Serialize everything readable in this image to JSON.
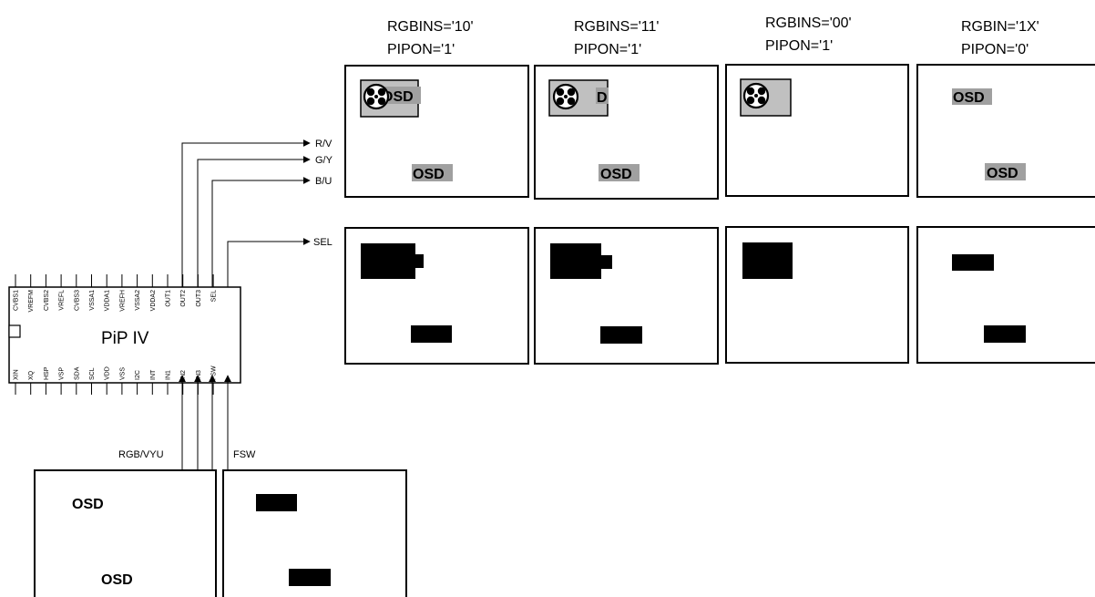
{
  "column_headers": [
    {
      "line1": "RGBINS='10'",
      "line2": "PIPON='1'"
    },
    {
      "line1": "RGBINS='11'",
      "line2": "PIPON='1'"
    },
    {
      "line1": "RGBINS='00'",
      "line2": "PIPON='1'"
    },
    {
      "line1": "RGBIN='1X'",
      "line2": "PIPON='0'"
    }
  ],
  "outputs": {
    "r": "R/V",
    "g": "G/Y",
    "b": "B/U",
    "sel": "SEL"
  },
  "chip": {
    "title": "PiP IV",
    "top_pins": [
      "CVBS1",
      "VREFM",
      "CVBS2",
      "VREFL",
      "CVBS3",
      "VSSA1",
      "VDDA1",
      "VREFH",
      "VSSA2",
      "VDDA2",
      "OUT1",
      "OUT2",
      "OUT3",
      "SEL"
    ],
    "bottom_pins": [
      "XIN",
      "XQ",
      "HSP",
      "VSP",
      "SDA",
      "SCL",
      "VDD",
      "VSS",
      "I2C",
      "INT",
      "IN1",
      "IN2",
      "IN3",
      "FSW"
    ]
  },
  "inputs": {
    "rgb": "RGB/VYU",
    "fsw": "FSW"
  },
  "labels": {
    "osd": "OSD",
    "osd_partial": "D"
  },
  "colors": {
    "pip_fill": "#c0c0c0",
    "osd_highlight": "#a0a0a0",
    "block": "#000000"
  }
}
